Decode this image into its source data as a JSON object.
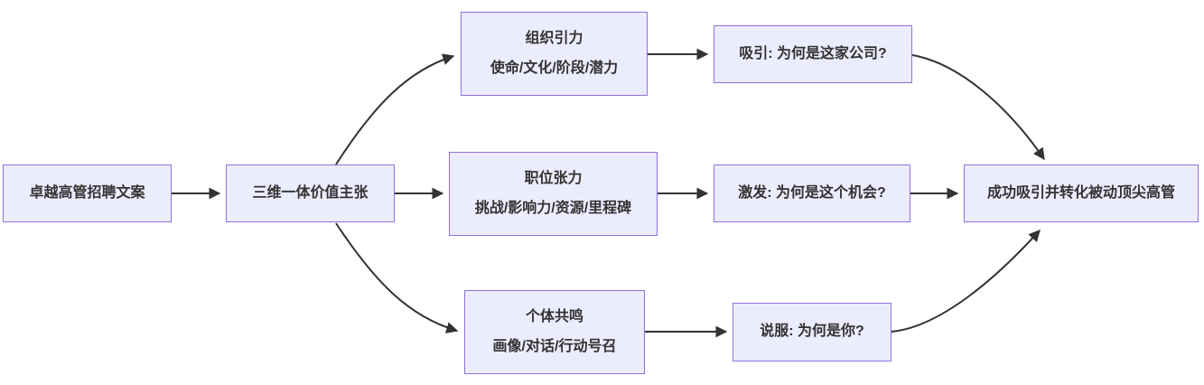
{
  "diagram": {
    "type": "flowchart",
    "direction": "left-to-right",
    "background": "#ffffff",
    "colors": {
      "node_fill": "#ECECFF",
      "node_border": "#9370DB",
      "edge_line": "#333333",
      "arrowhead": "#333333",
      "text": "#333333"
    },
    "nodes": [
      {
        "id": "start",
        "title": "卓越高管招聘文案"
      },
      {
        "id": "framework",
        "title": "三维一体价值主张"
      },
      {
        "id": "org",
        "title": "组织引力",
        "subtitle": "使命/文化/阶段/潜力"
      },
      {
        "id": "position",
        "title": "职位张力",
        "subtitle": "挑战/影响力/资源/里程碑"
      },
      {
        "id": "individual",
        "title": "个体共鸣",
        "subtitle": "画像/对话/行动号召"
      },
      {
        "id": "attract",
        "title": "吸引: 为何是这家公司?"
      },
      {
        "id": "inspire",
        "title": "激发: 为何是这个机会?"
      },
      {
        "id": "persuade",
        "title": "说服: 为何是你?"
      },
      {
        "id": "outcome",
        "title": "成功吸引并转化被动顶尖高管"
      }
    ],
    "edges": [
      {
        "from": "start",
        "to": "framework"
      },
      {
        "from": "framework",
        "to": "org"
      },
      {
        "from": "framework",
        "to": "position"
      },
      {
        "from": "framework",
        "to": "individual"
      },
      {
        "from": "org",
        "to": "attract"
      },
      {
        "from": "position",
        "to": "inspire"
      },
      {
        "from": "individual",
        "to": "persuade"
      },
      {
        "from": "attract",
        "to": "outcome"
      },
      {
        "from": "inspire",
        "to": "outcome"
      },
      {
        "from": "persuade",
        "to": "outcome"
      }
    ]
  }
}
